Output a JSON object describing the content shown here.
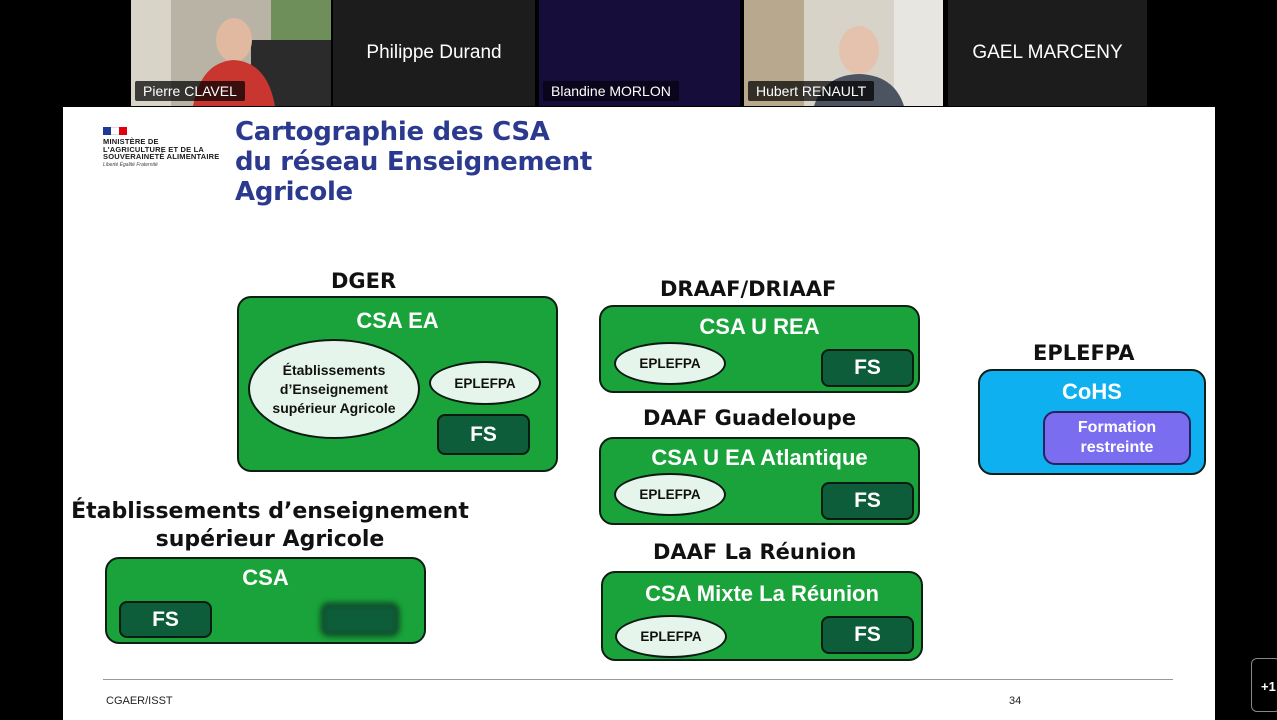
{
  "participants": [
    {
      "name": "Pierre CLAVEL",
      "video": true
    },
    {
      "name": "Philippe Durand",
      "video": false
    },
    {
      "name": "Blandine MORLON",
      "video": false
    },
    {
      "name": "Hubert RENAULT",
      "video": true
    },
    {
      "name": "GAEL MARCENY",
      "video": false
    }
  ],
  "slide": {
    "logo": {
      "ministry": "MINISTÈRE DE L'AGRICULTURE ET DE LA SOUVERAINETÉ ALIMENTAIRE",
      "motto": "Liberté Égalité Fraternité"
    },
    "title_lines": [
      "Cartographie des CSA",
      "du réseau Enseignement",
      "Agricole"
    ],
    "dger": {
      "heading": "DGER",
      "title": "CSA EA",
      "ellipse": "Établissements d’Enseignement supérieur  Agricole",
      "eplefpa": "EPLEFPA",
      "fs": "FS"
    },
    "esa": {
      "heading_line1": "Établissements d’enseignement",
      "heading_line2": "supérieur  Agricole",
      "title": "CSA",
      "fs": "FS"
    },
    "draaf": {
      "heading": "DRAAF/DRIAAF",
      "title": "CSA U REA",
      "eplefpa": "EPLEFPA",
      "fs": "FS"
    },
    "guadeloupe": {
      "heading": "DAAF Guadeloupe",
      "title": "CSA U EA Atlantique",
      "eplefpa": "EPLEFPA",
      "fs": "FS"
    },
    "reunion": {
      "heading": "DAAF La Réunion",
      "title": "CSA Mixte La Réunion",
      "eplefpa": "EPLEFPA",
      "fs": "FS"
    },
    "eplefpa_box": {
      "heading": "EPLEFPA",
      "title": "CoHS",
      "formation": "Formation restreinte"
    },
    "footer_left": "CGAER/ISST",
    "page_number": "34"
  },
  "more_participants": "+1",
  "colors": {
    "green": "#19a33a",
    "dark_green": "#0e5d3a",
    "blue": "#0fb0f0",
    "purple": "#7a6df0",
    "title_blue": "#2b3a8f"
  }
}
